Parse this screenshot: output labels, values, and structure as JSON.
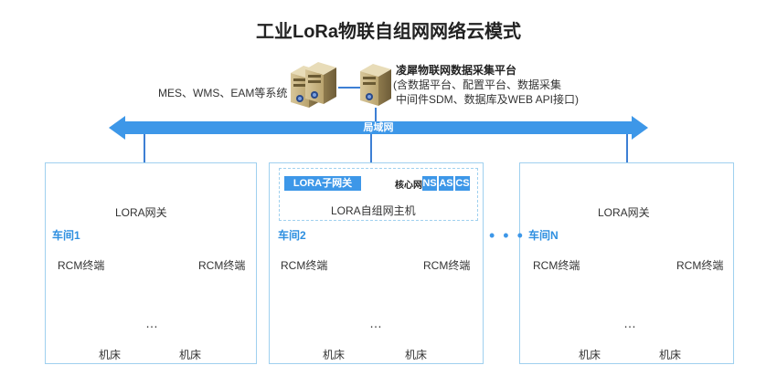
{
  "title": "工业LoRa物联自组网网络云模式",
  "top": {
    "mes_label": "MES、WMS、EAM等系统",
    "platform_title": "凌犀物联网数据采集平台",
    "platform_desc_1": "(含数据平台、配置平台、数据采集",
    "platform_desc_2": "中间件SDM、数据库及WEB API接口)"
  },
  "lan_label": "局域网",
  "workshops": [
    {
      "name": "车间1",
      "gateway_label": "LORA网关",
      "terminal_left": "RCM终端",
      "terminal_right": "RCM终端",
      "machine_left": "机床",
      "machine_right": "机床",
      "ellipsis": "…"
    },
    {
      "name": "车间2",
      "gateway_label": "LORA自组网主机",
      "terminal_left": "RCM终端",
      "terminal_right": "RCM终端",
      "machine_left": "机床",
      "machine_right": "机床",
      "ellipsis": "…",
      "sub": {
        "lora_sub": "LORA子网关",
        "core": "核心网",
        "ns": "NS",
        "as": "AS",
        "cs": "CS"
      }
    },
    {
      "name": "车间N",
      "gateway_label": "LORA网关",
      "terminal_left": "RCM终端",
      "terminal_right": "RCM终端",
      "machine_left": "机床",
      "machine_right": "机床",
      "ellipsis": "…"
    }
  ],
  "between_dots": "• • •",
  "colors": {
    "accent": "#3d97e8",
    "panel_border": "#9fd0ef",
    "dashed_link": "#3a7fd0"
  },
  "icons": [
    "server-icon",
    "gateway-router-icon",
    "tower-icon",
    "rcm-terminal-icon",
    "machine-tool-icon"
  ]
}
